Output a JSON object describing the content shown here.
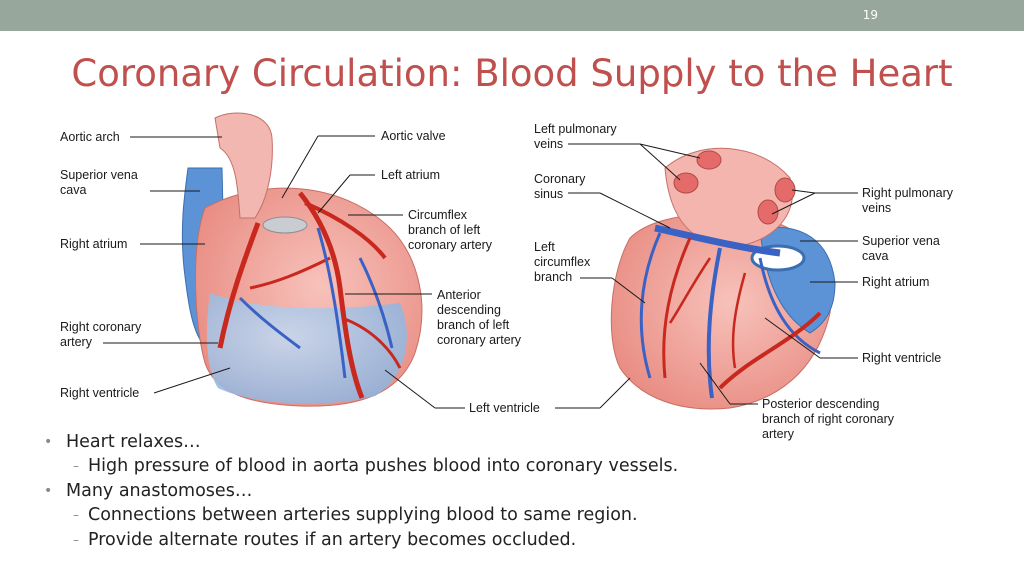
{
  "slide": {
    "number": "19",
    "title": "Coronary Circulation: Blood Supply to the Heart"
  },
  "figure": {
    "left_labels": {
      "aortic_arch": "Aortic arch",
      "superior_vena_cava": "Superior vena cava",
      "right_atrium": "Right atrium",
      "right_coronary_artery": "Right coronary artery",
      "right_ventricle": "Right ventricle",
      "aortic_valve": "Aortic valve",
      "left_atrium": "Left atrium",
      "circumflex": "Circumflex branch of left coronary artery",
      "anterior_descending": "Anterior descending branch of left coronary artery",
      "left_ventricle": "Left ventricle"
    },
    "right_labels": {
      "left_pulmonary_veins": "Left pulmonary veins",
      "coronary_sinus": "Coronary sinus",
      "left_circumflex": "Left circumflex branch",
      "right_pulmonary_veins": "Right pulmonary veins",
      "superior_vena_cava": "Superior vena cava",
      "right_atrium": "Right atrium",
      "right_ventricle": "Right ventricle",
      "posterior_descending": "Posterior descending branch of right coronary artery"
    }
  },
  "bullets": [
    {
      "text": "Heart relaxes…",
      "subs": [
        "High pressure of blood in aorta pushes blood into coronary vessels."
      ]
    },
    {
      "text": "Many anastomoses…",
      "subs": [
        "Connections between arteries supplying blood to same region.",
        "Provide alternate routes if an artery becomes occluded."
      ]
    }
  ],
  "colors": {
    "title": "#c0504d",
    "header_bar": "#98a79c",
    "artery": "#c8281e",
    "vein": "#3a62c4",
    "heart_tissue": "#f2a8a0"
  }
}
